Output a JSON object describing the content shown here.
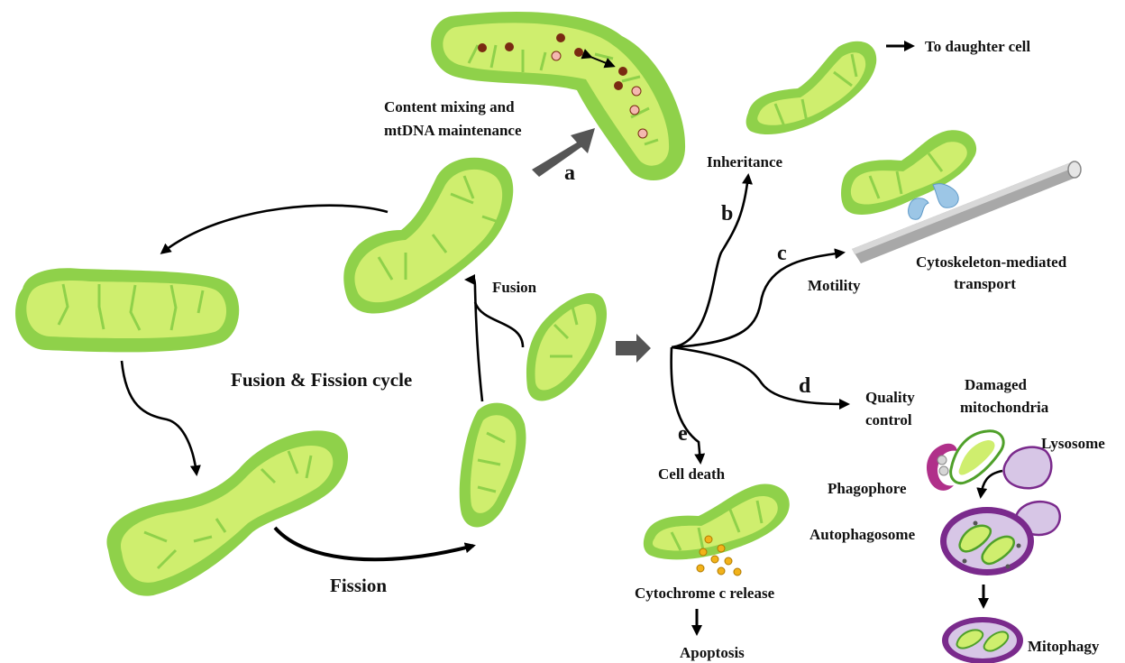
{
  "labels": {
    "content_mixing_line1": "Content mixing and",
    "content_mixing_line2": "mtDNA maintenance",
    "to_daughter_cell": "To daughter cell",
    "inheritance": "Inheritance",
    "cytoskeleton_line1": "Cytoskeleton-mediated",
    "cytoskeleton_line2": "transport",
    "motility": "Motility",
    "fusion": "Fusion",
    "fusion_fission_cycle": "Fusion & Fission cycle",
    "fission": "Fission",
    "quality_line1": "Quality",
    "quality_line2": "control",
    "damaged_line1": "Damaged",
    "damaged_line2": "mitochondria",
    "lysosome": "Lysosome",
    "phagophore": "Phagophore",
    "autophagosome": "Autophagosome",
    "mitophagy": "Mitophagy",
    "cell_death": "Cell death",
    "cytochrome_c_release": "Cytochrome c release",
    "apoptosis": "Apoptosis"
  },
  "letters": {
    "a": "a",
    "b": "b",
    "c": "c",
    "d": "d",
    "e": "e"
  },
  "colors": {
    "membrane_outer": "#8fd14a",
    "matrix_inner": "#cfee6e",
    "mtdna_dark": "#7a2a12",
    "mtdna_light": "#f4b8b0",
    "cytochrome_c": "#f2b21a",
    "lysosome_purple": "#7a2a8c",
    "lysosome_fill": "#d7c6e6",
    "motor_protein": "#9cc6e6",
    "cytoskeleton_gray": "#a8a8a8",
    "phagophore_magenta": "#b0308a"
  }
}
